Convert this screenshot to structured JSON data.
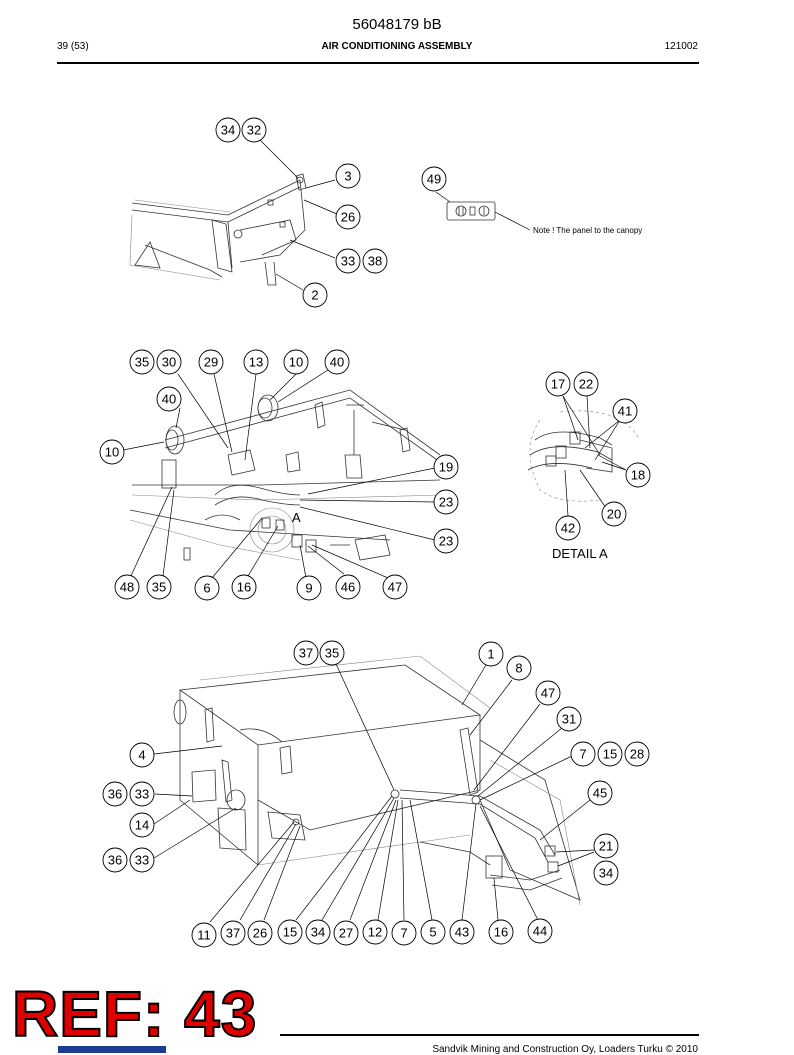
{
  "header": {
    "doc_id": "56048179 bB",
    "page": "39 (53)",
    "section_title": "AIR CONDITIONING ASSEMBLY",
    "date_code": "121002"
  },
  "footer": {
    "text": "Sandvik Mining and Construction Oy, Loaders Turku © 2010"
  },
  "stamp": "REF: 43",
  "view1": {
    "note": "Note ! The panel to the canopy",
    "callouts": [
      "34",
      "32",
      "3",
      "26",
      "33",
      "38",
      "2",
      "49"
    ]
  },
  "view2": {
    "marker_a": "A",
    "callouts": [
      "35",
      "30",
      "29",
      "13",
      "10",
      "40",
      "40",
      "10",
      "19",
      "23",
      "23",
      "48",
      "35",
      "6",
      "16",
      "9",
      "46",
      "47"
    ]
  },
  "detail_a": {
    "title": "DETAIL A",
    "callouts": [
      "17",
      "22",
      "41",
      "18",
      "20",
      "42"
    ]
  },
  "view3": {
    "callouts": [
      "37",
      "35",
      "1",
      "8",
      "47",
      "31",
      "7",
      "15",
      "28",
      "4",
      "45",
      "36",
      "33",
      "14",
      "21",
      "36",
      "33",
      "34",
      "11",
      "37",
      "26",
      "15",
      "34",
      "27",
      "12",
      "7",
      "5",
      "43",
      "16",
      "44"
    ]
  }
}
